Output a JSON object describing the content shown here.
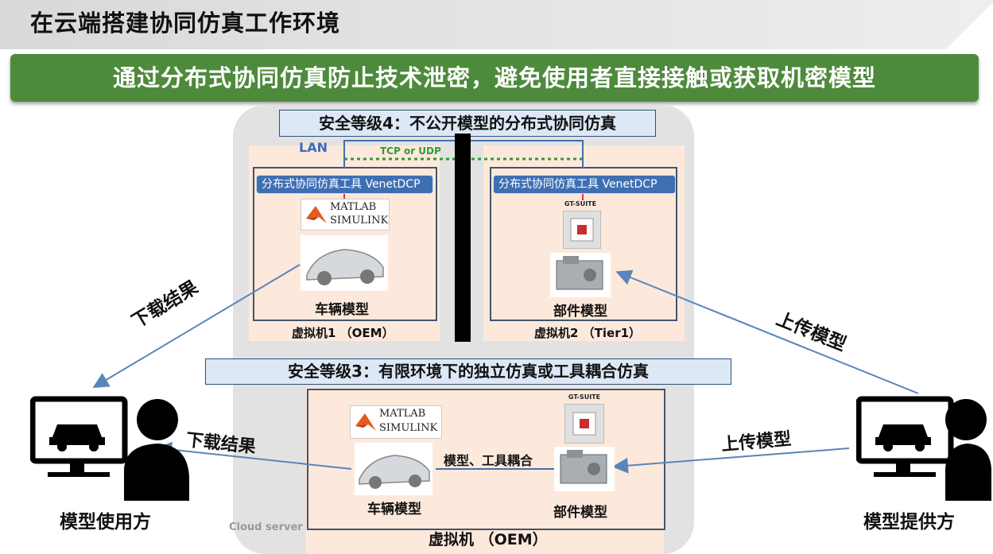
{
  "header": {
    "title": "在云端搭建协同仿真工作环境"
  },
  "banner": {
    "text": "通过分布式协同仿真防止技术泄密，避免使用者直接接触或获取机密模型"
  },
  "level4": {
    "label": "安全等级4：不公开模型的分布式协同仿真"
  },
  "level3": {
    "label": "安全等级3：有限环境下的独立仿真或工具耦合仿真"
  },
  "network": {
    "lan": "LAN",
    "protocol": "TCP or UDP"
  },
  "vm1": {
    "tool": "分布式协同仿真工具 VenetDCP",
    "model": "车辆模型",
    "name": "虚拟机1 （OEM）",
    "logo_line1": "MATLAB",
    "logo_line2": "SIMULINK"
  },
  "vm2": {
    "tool": "分布式协同仿真工具 VenetDCP",
    "model": "部件模型",
    "name": "虚拟机2 （Tier1）",
    "logo": "GT-SUITE"
  },
  "vm3": {
    "name": "虚拟机 （OEM）",
    "vehicle": "车辆模型",
    "part": "部件模型",
    "coupling": "模型、工具耦合",
    "logo_line1": "MATLAB",
    "logo_line2": "SIMULINK",
    "gt_logo": "GT-SUITE"
  },
  "cloud": {
    "label": "Cloud server"
  },
  "user": {
    "label": "模型使用方",
    "download_top": "下载结果",
    "download_bottom": "下载结果"
  },
  "provider": {
    "label": "模型提供方",
    "upload_top": "上传模型",
    "upload_bottom": "上传模型"
  },
  "colors": {
    "banner": "#4e8a3c",
    "tool": "#3f6fb3",
    "vm_bg": "#fde9dc",
    "level_bg": "#dce8f6",
    "arrow": "#5a85b8"
  }
}
